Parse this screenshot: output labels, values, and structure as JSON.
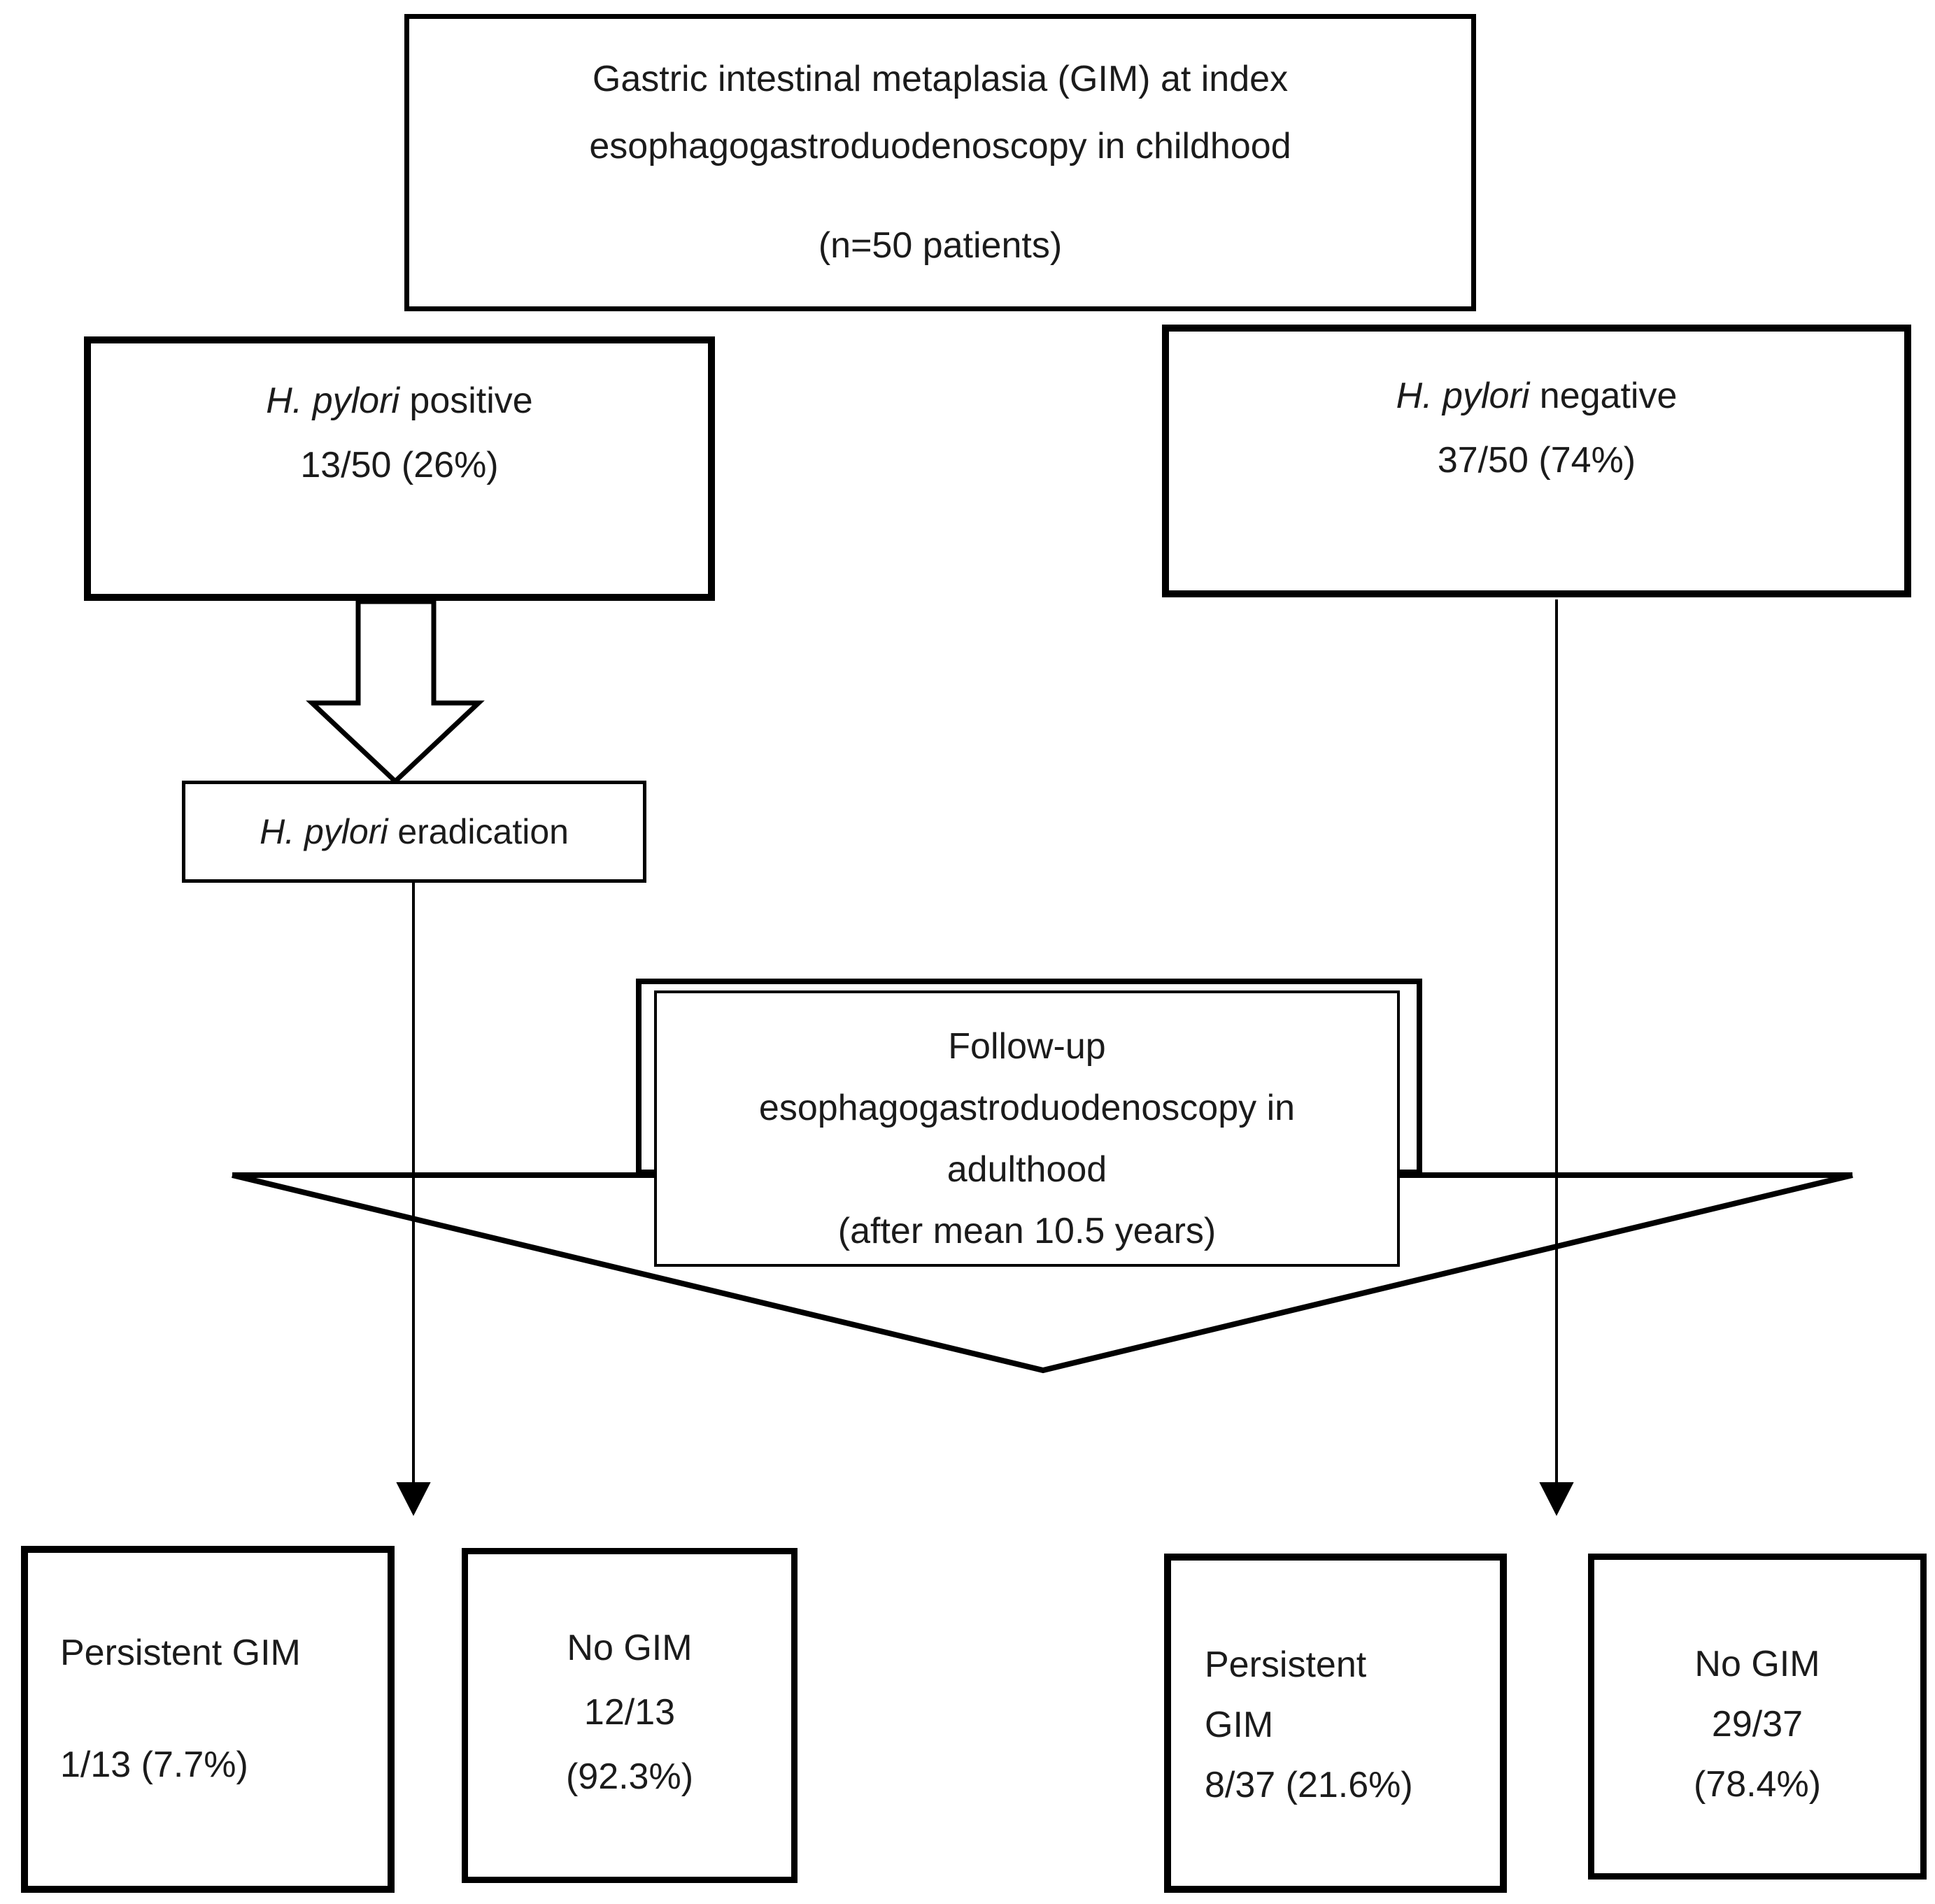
{
  "diagram": {
    "title": "GIM follow-up flowchart",
    "colors": {
      "line": "#000000",
      "background": "#ffffff",
      "text": "#1b1b1b"
    },
    "root": {
      "line1": "Gastric intestinal metaplasia (GIM) at index",
      "line2": "esophagogastroduodenoscopy in childhood",
      "line3": "(n=50 patients)"
    },
    "hp_positive": {
      "italic": "H. pylori",
      "rest": " positive",
      "stat": "13/50 (26%)"
    },
    "hp_negative": {
      "italic": "H. pylori",
      "rest": " negative",
      "stat": "37/50 (74%)"
    },
    "eradication": {
      "italic": "H. pylori",
      "rest": " eradication"
    },
    "followup": {
      "line1": "Follow-up",
      "line2": "esophagogastroduodenoscopy in",
      "line3": "adulthood",
      "line4": "(after mean 10.5 years)"
    },
    "outcomes": [
      {
        "id": "persistent-gim-eradicated",
        "lines": [
          "Persistent GIM",
          "1/13 (7.7%)"
        ]
      },
      {
        "id": "no-gim-eradicated",
        "lines": [
          "No GIM",
          "12/13",
          "(92.3%)"
        ]
      },
      {
        "id": "persistent-gim-negative",
        "lines": [
          "Persistent",
          "GIM",
          "8/37 (21.6%)"
        ]
      },
      {
        "id": "no-gim-negative",
        "lines": [
          "No GIM",
          "29/37",
          "(78.4%)"
        ]
      }
    ]
  }
}
